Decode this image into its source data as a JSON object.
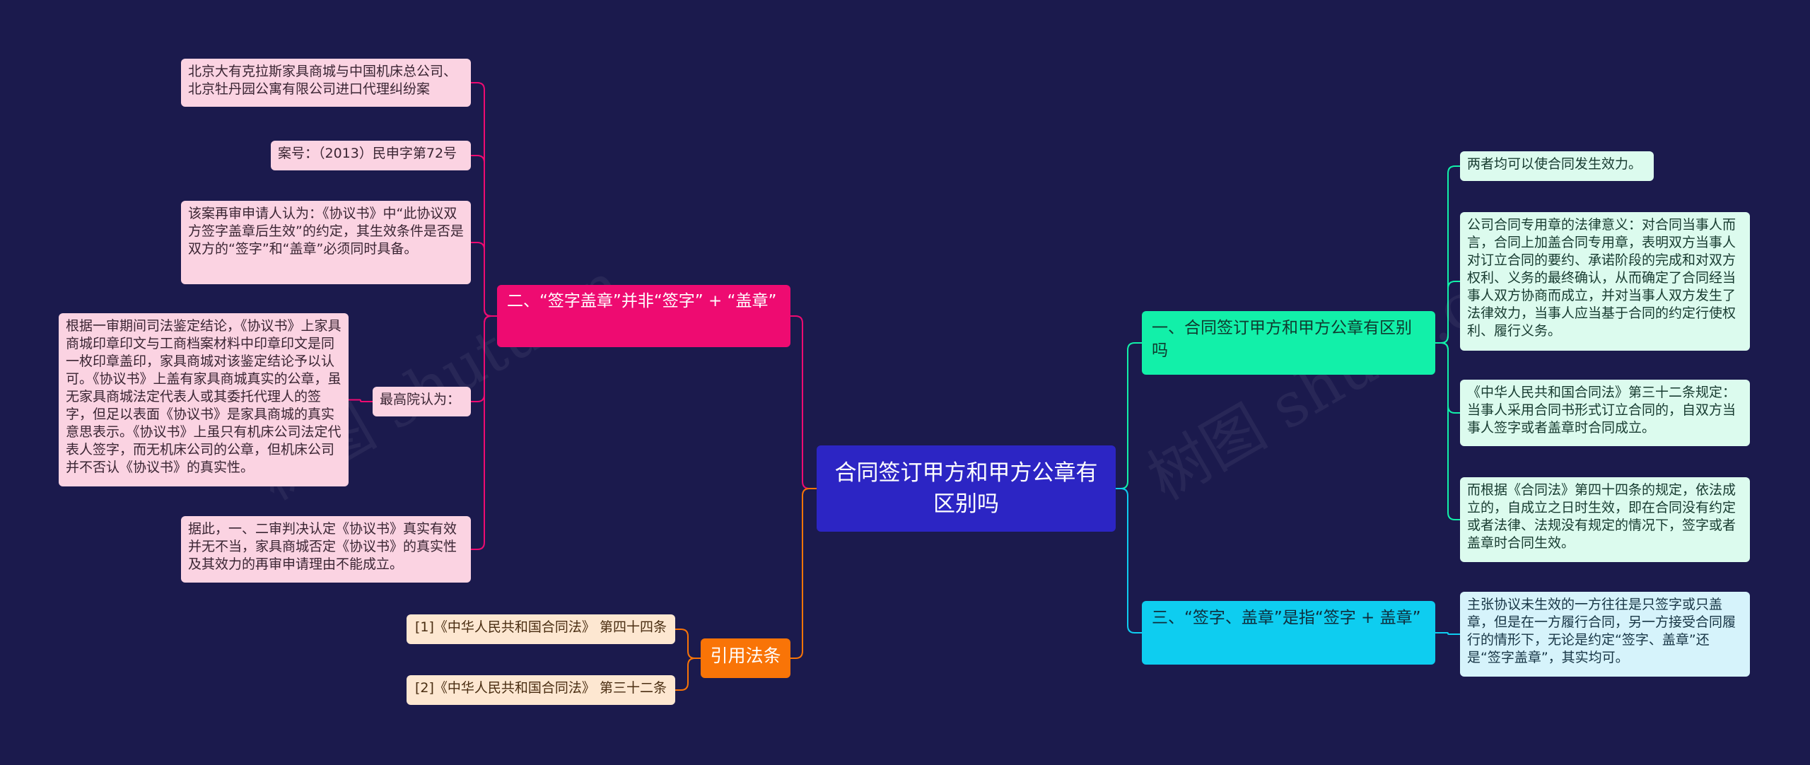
{
  "root": {
    "label": "合同签订甲方和甲方公章有区别吗"
  },
  "branches": {
    "b1": {
      "label": "一、合同签订甲方和甲方公章有区别吗",
      "color": "#12f0a9",
      "items": [
        "两者均可以使合同发生效力。",
        "公司合同专用章的法律意义：对合同当事人而言，合同上加盖合同专用章，表明双方当事人对订立合同的要约、承诺阶段的完成和对双方权利、义务的最终确认，从而确定了合同经当事人双方协商而成立，并对当事人双方发生了法律效力，当事人应当基于合同的约定行使权利、履行义务。",
        "《中华人民共和国合同法》第三十二条规定：当事人采用合同书形式订立合同的，自双方当事人签字或者盖章时合同成立。",
        "而根据《合同法》第四十四条的规定，依法成立的，自成立之日时生效，即在合同没有约定或者法律、法规没有规定的情况下，签字或者盖章时合同生效。"
      ]
    },
    "b2": {
      "label": "二、“签字盖章”并非“签字” + “盖章”",
      "color": "#ee0b71",
      "items": [
        "北京大有克拉斯家具商城与中国机床总公司、北京牡丹园公寓有限公司进口代理纠纷案",
        "案号：（2013）民申字第72号",
        "该案再审申请人认为：《协议书》中“此协议双方签字盖章后生效”的约定，其生效条件是否是双方的“签字”和“盖章”必须同时具备。",
        "最高院认为：",
        "据此，一、二审判决认定《协议书》真实有效并无不当，家具商城否定《协议书》的真实性及其效力的再审申请理由不能成立。"
      ],
      "sub_item": "根据一审期间司法鉴定结论，《协议书》上家具商城印章印文与工商档案材料中印章印文是同一枚印章盖印，家具商城对该鉴定结论予以认可。《协议书》上盖有家具商城真实的公章，虽无家具商城法定代表人或其委托代理人的签字，但足以表面《协议书》是家具商城的真实意思表示。《协议书》上虽只有机床公司法定代表人签字，而无机床公司的公章，但机床公司并不否认《协议书》的真实性。"
    },
    "b3": {
      "label": "三、“签字、盖章”是指“签字 + 盖章”",
      "color": "#0ecdf0",
      "items": [
        "主张协议未生效的一方往往是只签字或只盖章，但是在一方履行合同，另一方接受合同履行的情形下，无论是约定“签字、盖章”还是“签字盖章”，其实均可。"
      ]
    },
    "b4": {
      "label": "引用法条",
      "color": "#f97407",
      "items": [
        "[1]《中华人民共和国合同法》 第四十四条",
        "[2]《中华人民共和国合同法》 第三十二条"
      ]
    }
  },
  "watermarks": [
    "树图 shutu.cn",
    "树图 shutu.cn"
  ]
}
